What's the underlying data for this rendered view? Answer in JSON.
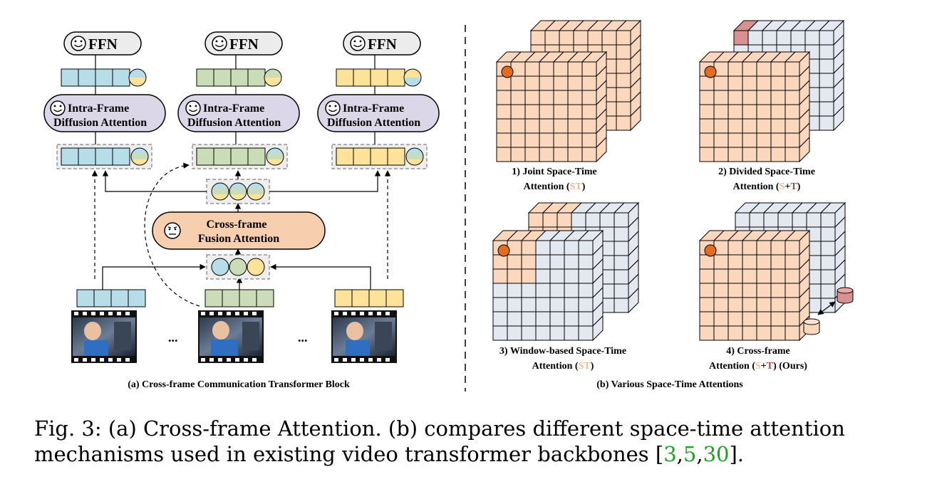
{
  "panel_a": {
    "ffn_label": "FFN",
    "intra_line1": "Intra-Frame",
    "intra_line2": "Diffusion Attention",
    "cross_line1": "Cross-frame",
    "cross_line2": "Fusion Attention",
    "ellipsis": "...",
    "caption": "(a) Cross-frame Communication Transformer Block"
  },
  "panel_b": {
    "joint_line1": "1) Joint Space-Time",
    "joint_line2_prefix": "Attention (",
    "joint_line2_code": "ST",
    "joint_line2_suffix": ")",
    "divided_line1": "2) Divided Space-Time",
    "divided_line2_prefix": "Attention (",
    "divided_s": "S",
    "divided_plus": "+",
    "divided_t": "T",
    "divided_line2_suffix": ")",
    "window_line1": "3) Window-based Space-Time",
    "window_line2_prefix": "Attention (",
    "window_line2_code": "ST",
    "window_line2_suffix": ")",
    "cross_line1": "4)  Cross-frame",
    "cross_line2_prefix": "Attention (",
    "cross_s": "S",
    "cross_plus": "+",
    "cross_t": "T",
    "cross_line2_suffix": ") (Ours)",
    "caption": "(b) Various Space-Time Attentions"
  },
  "caption": {
    "lead": "Fig. 3: (a) Cross-frame Attention. (b) compares different space-time attention",
    "line2": "mechanisms used in existing video transformer backbones [",
    "ref1": "3",
    "sep1": ",",
    "ref2": "5",
    "sep2": ",",
    "ref3": "30",
    "end": "]."
  },
  "colors": {
    "blue_token": "#b7dde8",
    "green_token": "#cbdcb8",
    "yellow_token": "#fde39a",
    "intra_box": "#dcd7e8",
    "cross_box": "#f8cfae",
    "peach_cell": "#fbd7bd",
    "gray_cell": "#e4e8f0",
    "dark_peach": "#d89090",
    "orange_dot": "#e36c1e",
    "ref_green": "#22a022"
  }
}
